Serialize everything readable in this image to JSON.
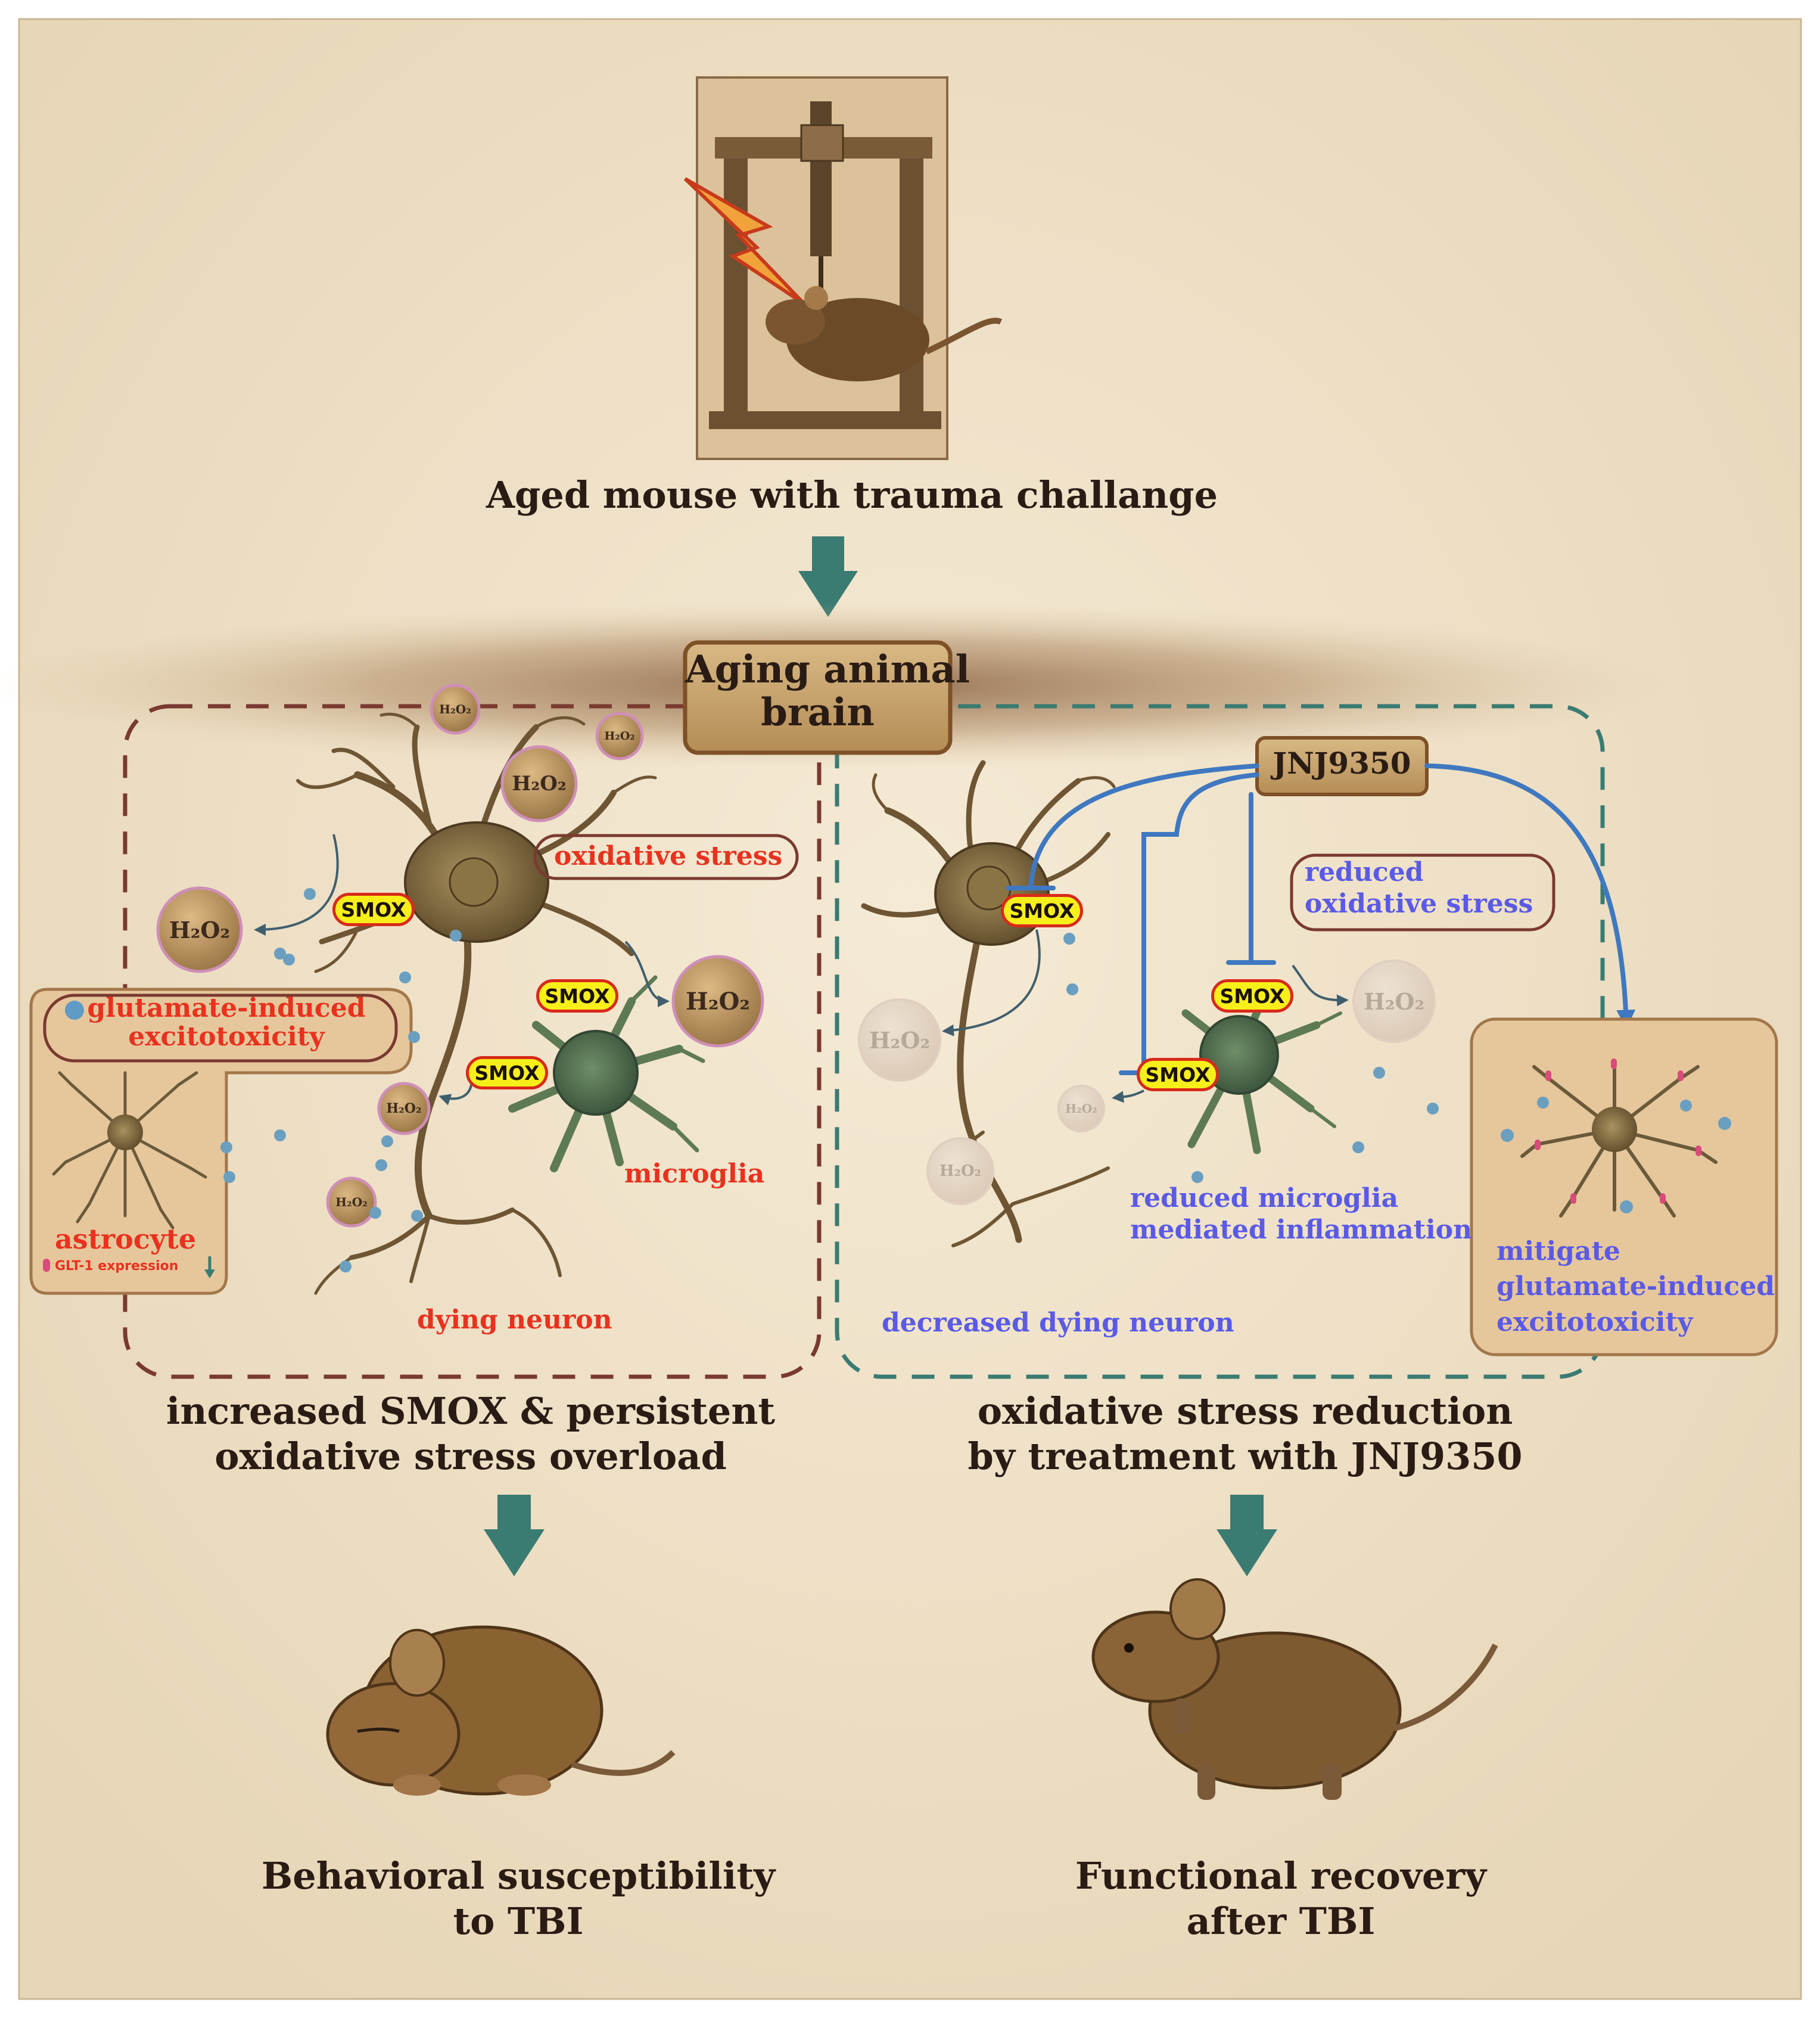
{
  "top": {
    "caption": "Aged mouse with trauma challange"
  },
  "center_box": {
    "line1": "Aging animal",
    "line2": "brain"
  },
  "left_panel": {
    "oxidative_stress": "oxidative stress",
    "excitotoxicity_line1": "glutamate-induced",
    "excitotoxicity_line2": "excitotoxicity",
    "astrocyte": "astrocyte",
    "glt1": "GLT-1 expression",
    "microglia": "microglia",
    "dying_neuron": "dying neuron",
    "smox_labels": [
      "SMOX",
      "SMOX",
      "SMOX"
    ],
    "h2o2_label": "H₂O₂",
    "caption_line1": "increased SMOX & persistent",
    "caption_line2": "oxidative stress overload"
  },
  "right_panel": {
    "drug": "JNJ9350",
    "reduced_stress_line1": "reduced",
    "reduced_stress_line2": "oxidative stress",
    "reduced_inflammation_line1": "reduced microglia",
    "reduced_inflammation_line2": "mediated inflammation",
    "mitigate_line1": "mitigate",
    "mitigate_line2": "glutamate-induced",
    "mitigate_line3": "excitotoxicity",
    "decreased_dying_neuron": "decreased dying neuron",
    "smox_labels": [
      "SMOX",
      "SMOX",
      "SMOX"
    ],
    "h2o2_label": "H₂O₂",
    "caption_line1": "oxidative stress reduction",
    "caption_line2": "by treatment with JNJ9350"
  },
  "outcomes": {
    "left_line1": "Behavioral susceptibility",
    "left_line2": "to TBI",
    "right_line1": "Functional recovery",
    "right_line2": "after TBI"
  },
  "colors": {
    "background": "#f1e4cc",
    "arrow": "#3a7b72",
    "left_border": "#7a3a30",
    "right_border": "#3a7b72",
    "label_red": "#e8321e",
    "label_blue": "#5a5ae6",
    "neuron": "#6e5533",
    "microglia": "#5d7a55",
    "inhibition": "#3f78c0"
  }
}
